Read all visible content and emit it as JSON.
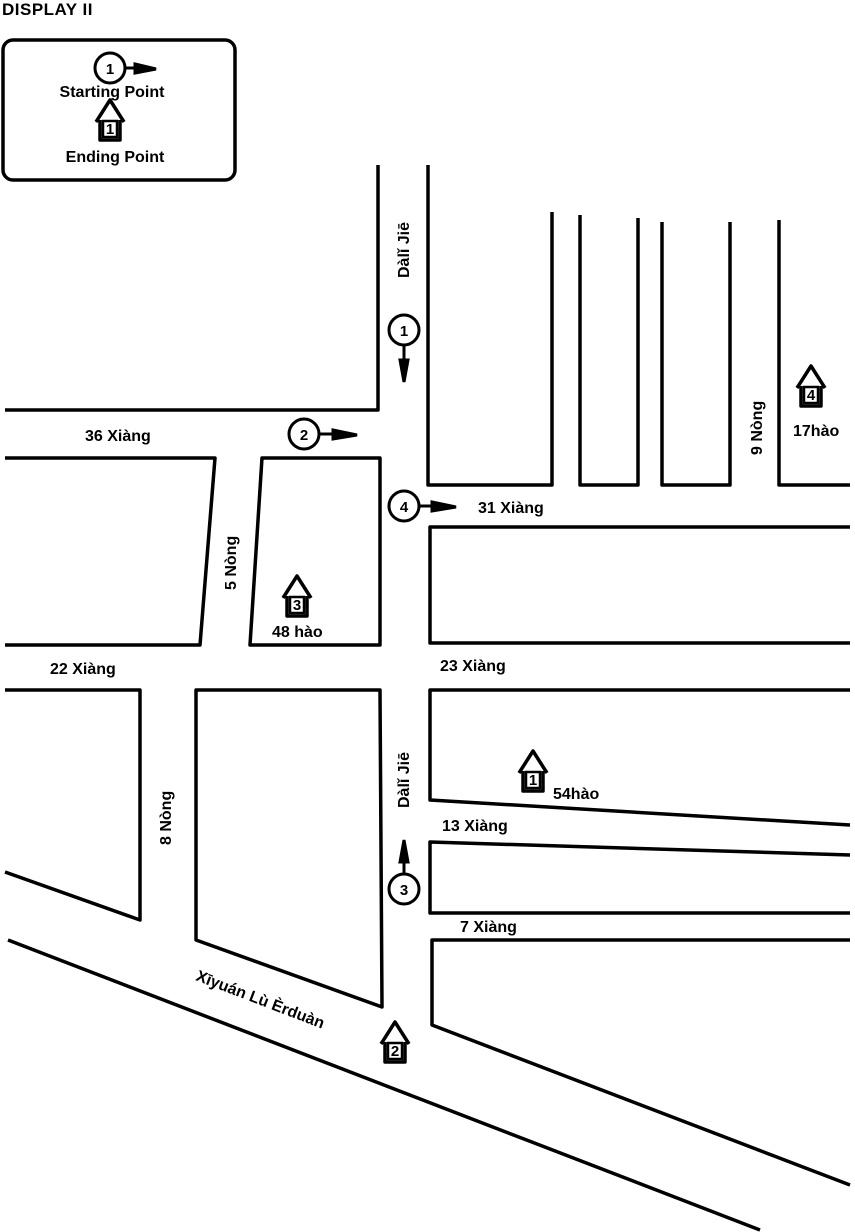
{
  "title": "DISPLAY II",
  "legend": {
    "start_number": "1",
    "start_label": "Starting Point",
    "end_number": "1",
    "end_label": "Ending Point"
  },
  "streets": {
    "dali_jie_north": "Dàlǐ Jiē",
    "dali_jie_south": "Dàlǐ Jiē",
    "xiang36": "36 Xiàng",
    "xiang31": "31 Xiàng",
    "xiang22": "22 Xiàng",
    "xiang23": "23 Xiàng",
    "xiang13": "13 Xiàng",
    "xiang7": "7 Xiàng",
    "nong5": "5 Nòng",
    "nong8": "8 Nòng",
    "nong9": "9 Nòng",
    "xiyuan": "Xīyuán Lù Èrduàn"
  },
  "start_points": [
    {
      "number": "1",
      "direction": "down"
    },
    {
      "number": "2",
      "direction": "right"
    },
    {
      "number": "3",
      "direction": "up"
    },
    {
      "number": "4",
      "direction": "right"
    }
  ],
  "end_points": [
    {
      "number": "1",
      "address": "54hào"
    },
    {
      "number": "2",
      "address": ""
    },
    {
      "number": "3",
      "address": "48 hào"
    },
    {
      "number": "4",
      "address": "17hào"
    }
  ]
}
